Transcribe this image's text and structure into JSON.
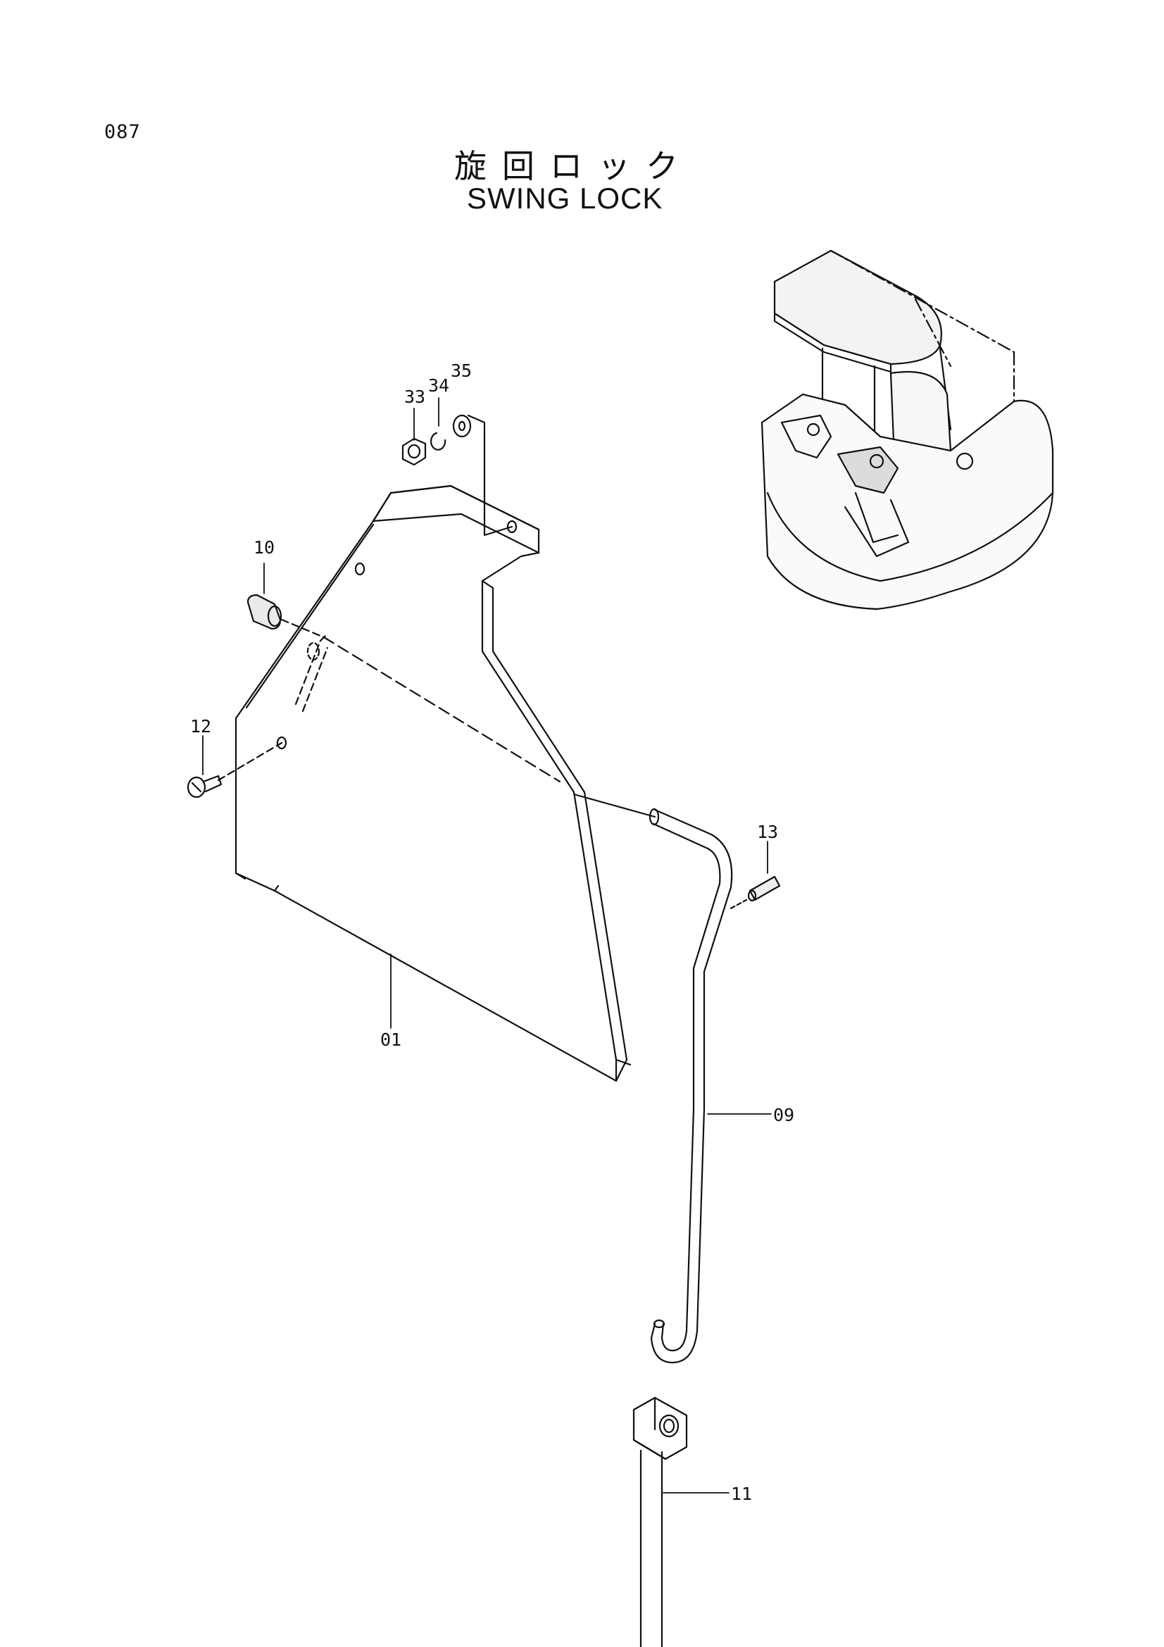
{
  "page_number": "087",
  "title_jp": "旋回ロック",
  "title_en": "SWING LOCK",
  "callouts": {
    "c01": "01",
    "c09": "09",
    "c10": "10",
    "c11": "11",
    "c12": "12",
    "c13": "13",
    "c33": "33",
    "c34": "34",
    "c35": "35"
  },
  "colors": {
    "line": "#111111",
    "paper": "#ffffff"
  }
}
